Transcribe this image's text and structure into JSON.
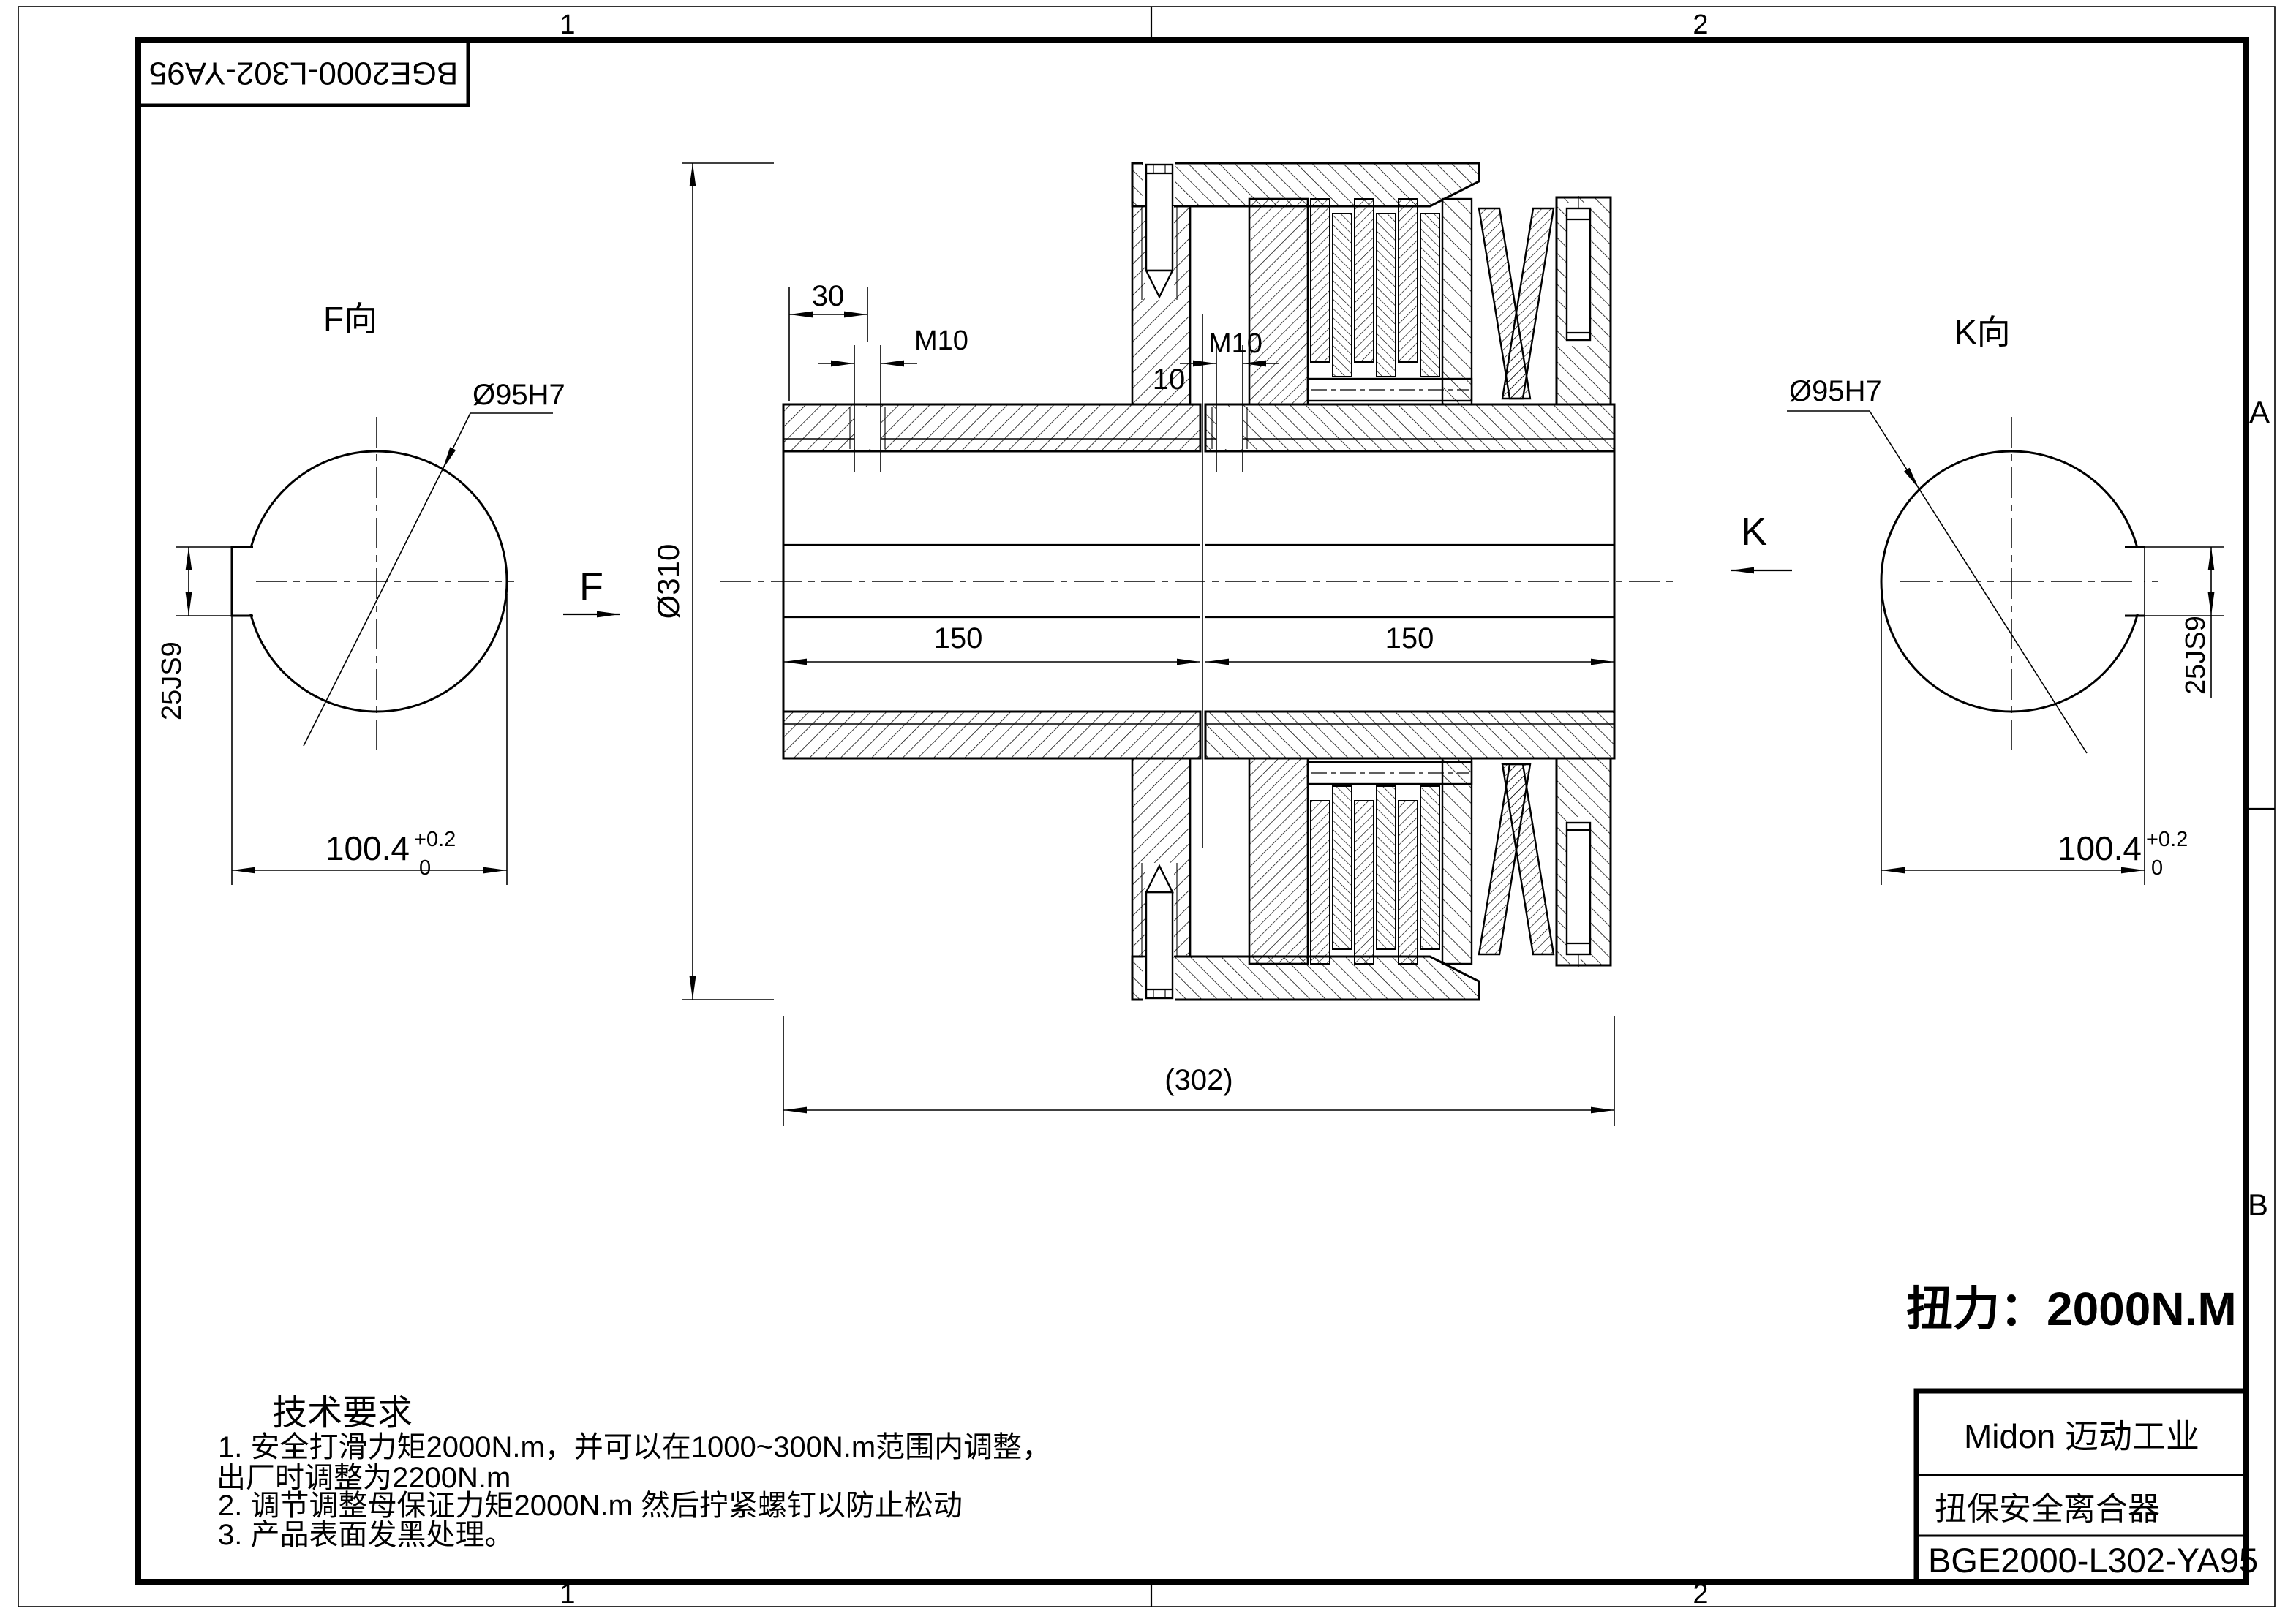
{
  "frame": {
    "zones": {
      "top_left": "1",
      "top_right": "2",
      "bottom_left": "1",
      "bottom_right": "2",
      "right_upper": "A",
      "right_lower": "B"
    },
    "stamp": "BGE2000-L302-YA95"
  },
  "f_view": {
    "title": "F向",
    "dir": "F",
    "bore": "Ø95H7",
    "key_width": "25JS9",
    "key_dim": "100.4",
    "tol_up": "+0.2",
    "tol_dn": "0"
  },
  "k_view": {
    "title": "K向",
    "dir": "K",
    "bore": "Ø95H7",
    "key_width": "25JS9",
    "key_dim": "100.4",
    "tol_up": "+0.2",
    "tol_dn": "0"
  },
  "section": {
    "d30": "30",
    "m10_left": "M10",
    "d10": "10",
    "m10_mid": "M10",
    "d310": "Ø310",
    "d150_left": "150",
    "d150_right": "150",
    "d302": "(302)"
  },
  "torque": "扭力：2000N.M",
  "title_block": {
    "company": "Midon 迈动工业",
    "product": "扭保安全离合器",
    "code": "BGE2000-L302-YA95"
  },
  "tech": {
    "title": "技术要求",
    "line1": "1.  安全打滑力矩2000N.m，并可以在1000~300N.m范围内调整，",
    "line2": "出厂时调整为2200N.m",
    "line3": "2.  调节调整母保证力矩2000N.m 然后拧紧螺钉以防止松动",
    "line4": "3.  产品表面发黑处理。"
  }
}
